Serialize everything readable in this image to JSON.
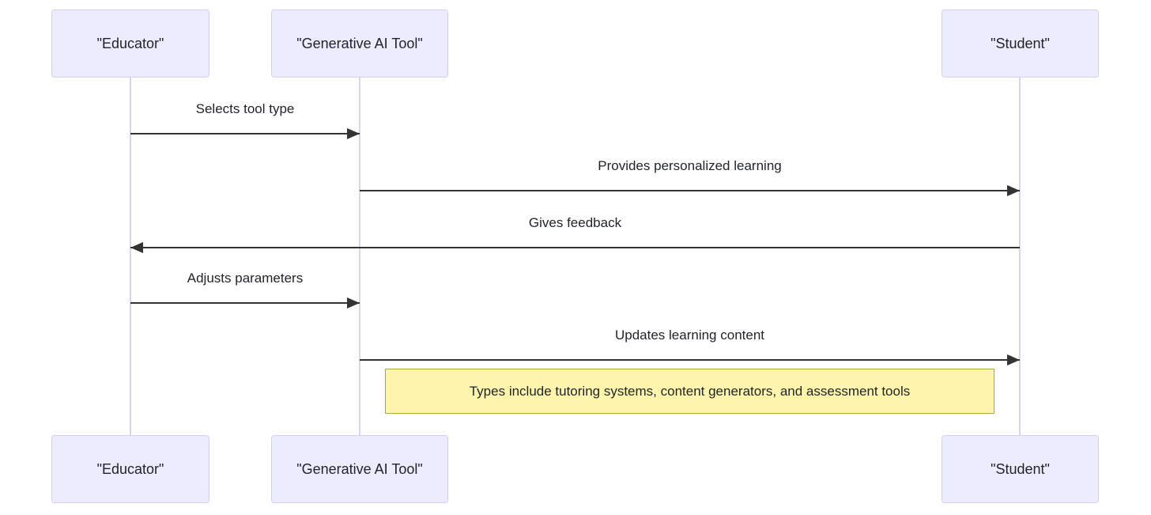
{
  "diagram": {
    "type": "sequence-diagram",
    "actors": [
      {
        "id": "educator",
        "label": "\"Educator\""
      },
      {
        "id": "generative-ai-tool",
        "label": "\"Generative AI Tool\""
      },
      {
        "id": "student",
        "label": "\"Student\""
      }
    ],
    "messages": [
      {
        "seq": 1,
        "from": "Educator",
        "to": "Generative AI Tool",
        "direction": "right",
        "label": "Selects tool type"
      },
      {
        "seq": 2,
        "from": "Generative AI Tool",
        "to": "Student",
        "direction": "right",
        "label": "Provides personalized learning"
      },
      {
        "seq": 3,
        "from": "Student",
        "to": "Educator",
        "direction": "left",
        "label": "Gives feedback"
      },
      {
        "seq": 4,
        "from": "Educator",
        "to": "Generative AI Tool",
        "direction": "right",
        "label": "Adjusts parameters"
      },
      {
        "seq": 5,
        "from": "Generative AI Tool",
        "to": "Student",
        "direction": "right",
        "label": "Updates learning content"
      }
    ],
    "note": {
      "attached_to": "Generative AI Tool and Student",
      "text": "Types include tutoring systems, content generators, and assessment tools"
    }
  },
  "colors": {
    "actor_fill": "#ECECFF",
    "actor_border": "#d8cdf0",
    "lifeline": "#ddd2f2",
    "arrow": "#333333",
    "text": "#1f2328",
    "note_fill": "#fff5ad",
    "note_border": "#aaaa33",
    "background": "#ffffff"
  }
}
